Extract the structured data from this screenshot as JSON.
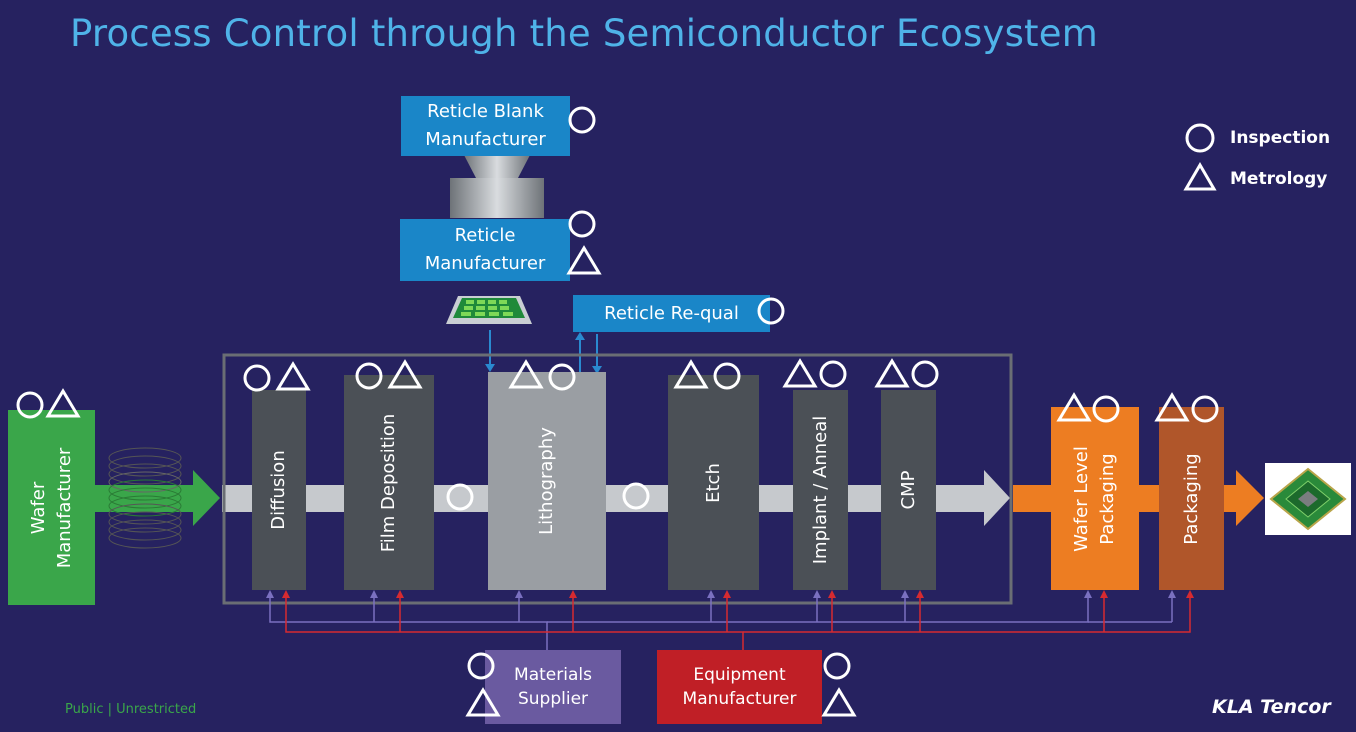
{
  "title": "Process Control through the Semiconductor Ecosystem",
  "legend": {
    "inspection": "Inspection",
    "metrology": "Metrology"
  },
  "reticle_blank": {
    "line1": "Reticle Blank",
    "line2": "Manufacturer"
  },
  "reticle_mfr": {
    "line1": "Reticle",
    "line2": "Manufacturer"
  },
  "reticle_requal": "Reticle Re-qual",
  "wafer_mfr": {
    "line1": "Wafer",
    "line2": "Manufacturer"
  },
  "steps": {
    "diffusion": "Diffusion",
    "film_deposition": "Film Deposition",
    "lithography": "Lithography",
    "etch": "Etch",
    "implant_anneal": "Implant / Anneal",
    "cmp": "CMP"
  },
  "packaging": {
    "wafer_level": {
      "line1": "Wafer Level",
      "line2": "Packaging"
    },
    "packaging": "Packaging"
  },
  "materials_supplier": {
    "line1": "Materials",
    "line2": "Supplier"
  },
  "equipment_mfr": {
    "line1": "Equipment",
    "line2": "Manufacturer"
  },
  "footer": "Public | Unrestricted",
  "logo": "KLA Tencor",
  "colors": {
    "background": "#262260",
    "title": "#4fb3e8",
    "reticle_blue": "#1a86c8",
    "process_gray": "#4b5056",
    "lithography_gray": "#9a9ea3",
    "wafer_green": "#3aa64a",
    "wlp_orange": "#ed7d22",
    "packaging_brown": "#b0562a",
    "materials_purple": "#6a5aa0",
    "equipment_red": "#c01f26"
  }
}
